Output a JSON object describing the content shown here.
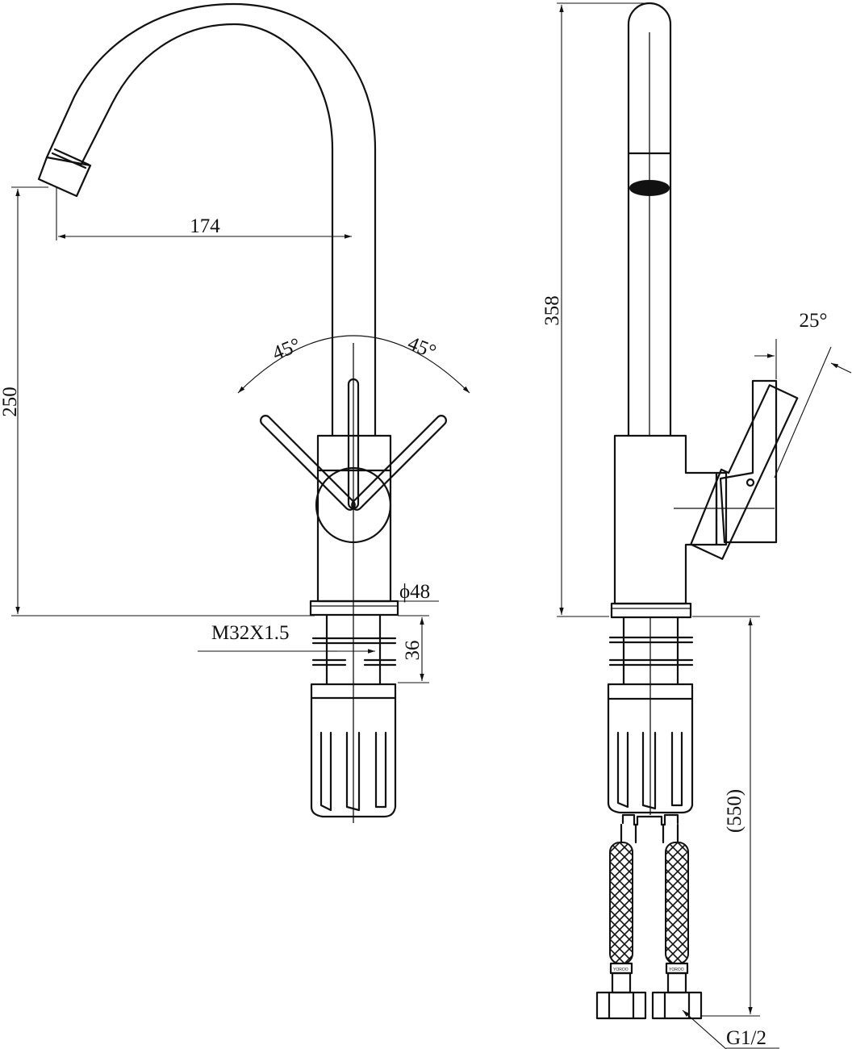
{
  "labels": {
    "dim_spout_reach": "174",
    "dim_height_left": "250",
    "dim_angle_left": "45°",
    "dim_angle_right": "45°",
    "dim_body_diameter": "ϕ48",
    "dim_thread": "M32X1.5",
    "dim_shank_length": "36",
    "dim_total_height": "358",
    "dim_handle_angle": "25°",
    "dim_hose_length": "(550)",
    "dim_hose_connector": "G1/2",
    "hose_tag": "YOROO"
  }
}
